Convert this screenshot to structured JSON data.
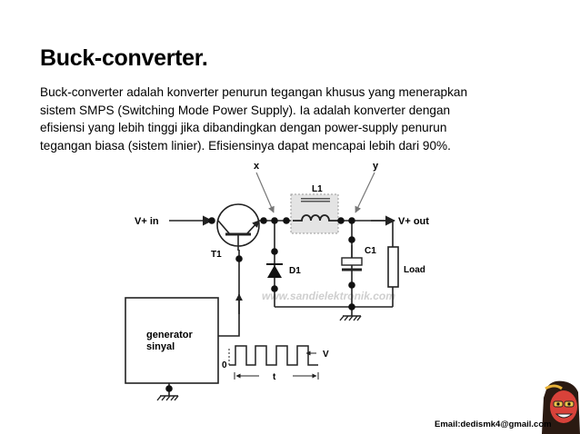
{
  "slide": {
    "title": "Buck-converter.",
    "paragraph_lines": [
      "Buck-converter adalah konverter penurun tegangan khusus yang menerapkan",
      "sistem SMPS (Switching Mode Power Supply). Ia adalah konverter dengan",
      "efisiensi yang lebih tinggi jika dibandingkan dengan power-supply penurun",
      "tegangan biasa (sistem linier). Efisiensinya dapat mencapai lebih dari 90%."
    ],
    "email": "Email:dedismk4@gmail.com"
  },
  "diagram": {
    "label_x": "x",
    "label_y": "y",
    "label_l1": "L1",
    "label_vin": "V+ in",
    "label_vout": "V+ out",
    "label_t1": "T1",
    "label_d1": "D1",
    "label_c1": "C1",
    "label_load": "Load",
    "generator_line1": "generator",
    "generator_line2": "sinyal",
    "label_v": "V",
    "label_zero": "0",
    "label_t": "t",
    "watermark": "www.sandielektronik.com"
  }
}
